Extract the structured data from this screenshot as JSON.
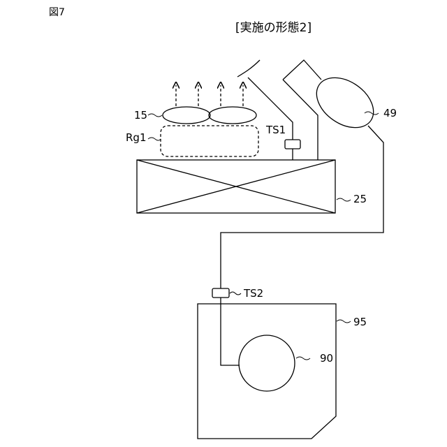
{
  "figure": {
    "number": "図7",
    "title": "[実施の形態2]"
  },
  "labels": {
    "fan_15": "15",
    "region_rg1": "Rg1",
    "sensor_ts1": "TS1",
    "sensor_ts2": "TS2",
    "unit_25": "25",
    "fan_49": "49",
    "housing_95": "95",
    "component_90": "90"
  },
  "colors": {
    "line": "#000000",
    "background": "#ffffff"
  }
}
